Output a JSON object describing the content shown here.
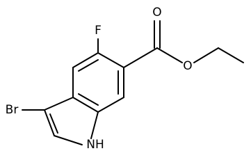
{
  "molecule": {
    "atom_labels": {
      "fluorine": "F",
      "carbonyl_oxygen": "O",
      "ester_oxygen": "O",
      "bromine": "Br",
      "indole_nitrogen": "NH"
    }
  }
}
